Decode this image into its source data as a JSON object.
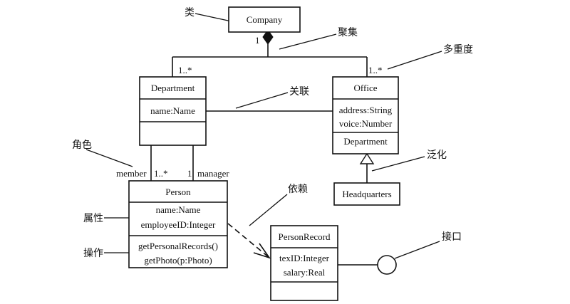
{
  "classes": {
    "company": {
      "name": "Company"
    },
    "department": {
      "name": "Department",
      "attr1": "name:Name"
    },
    "office": {
      "name": "Office",
      "attr1": "address:String",
      "attr2": "voice:Number",
      "op1": "Department"
    },
    "headquarters": {
      "name": "Headquarters"
    },
    "person": {
      "name": "Person",
      "attr1": "name:Name",
      "attr2": "employeeID:Integer",
      "op1": "getPersonalRecords()",
      "op2": "getPhoto(p:Photo)"
    },
    "personrecord": {
      "name": "PersonRecord",
      "attr1": "texID:Integer",
      "attr2": "salary:Real"
    }
  },
  "multiplicities": {
    "company_end": "1",
    "department_end": "1..*",
    "office_end": "1..*",
    "member_end": "1..*",
    "manager_end": "1"
  },
  "roles": {
    "member": "member",
    "manager": "manager"
  },
  "callouts": {
    "class": "类",
    "aggregation": "聚集",
    "multiplicity": "多重度",
    "association": "关联",
    "role": "角色",
    "generalization": "泛化",
    "dependency": "依赖",
    "attribute": "属性",
    "operation": "操作",
    "interface": "接口"
  }
}
